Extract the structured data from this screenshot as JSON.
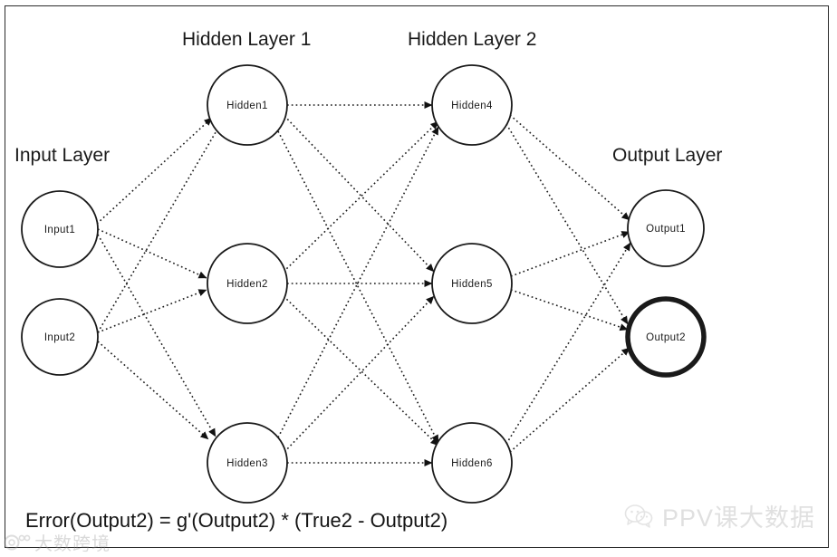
{
  "diagram": {
    "title_input_layer": "Input Layer",
    "title_hidden_layer_1": "Hidden Layer 1",
    "title_hidden_layer_2": "Hidden Layer 2",
    "title_output_layer": "Output Layer",
    "formula": "Error(Output2) = g'(Output2) * (True2 - Output2)",
    "nodes": {
      "input1": "Input1",
      "input2": "Input2",
      "hidden1": "Hidden1",
      "hidden2": "Hidden2",
      "hidden3": "Hidden3",
      "hidden4": "Hidden4",
      "hidden5": "Hidden5",
      "hidden6": "Hidden6",
      "output1": "Output1",
      "output2": "Output2"
    },
    "colors": {
      "stroke": "#1a1a1a",
      "node_fill": "#ffffff",
      "highlight_stroke": "#1a1a1a",
      "frame": "#2b2b2b",
      "text": "#141414",
      "watermark": "#9a9a9a"
    },
    "edge_style": "dotted",
    "highlighted_node": "Output2",
    "edges": [
      {
        "from": "input1",
        "to": "hidden1"
      },
      {
        "from": "input1",
        "to": "hidden2"
      },
      {
        "from": "input1",
        "to": "hidden3"
      },
      {
        "from": "input2",
        "to": "hidden1"
      },
      {
        "from": "input2",
        "to": "hidden2"
      },
      {
        "from": "input2",
        "to": "hidden3"
      },
      {
        "from": "hidden1",
        "to": "hidden4"
      },
      {
        "from": "hidden1",
        "to": "hidden5"
      },
      {
        "from": "hidden1",
        "to": "hidden6"
      },
      {
        "from": "hidden2",
        "to": "hidden4"
      },
      {
        "from": "hidden2",
        "to": "hidden5"
      },
      {
        "from": "hidden2",
        "to": "hidden6"
      },
      {
        "from": "hidden3",
        "to": "hidden4"
      },
      {
        "from": "hidden3",
        "to": "hidden5"
      },
      {
        "from": "hidden3",
        "to": "hidden6"
      },
      {
        "from": "hidden4",
        "to": "output1"
      },
      {
        "from": "hidden4",
        "to": "output2"
      },
      {
        "from": "hidden5",
        "to": "output1"
      },
      {
        "from": "hidden5",
        "to": "output2"
      },
      {
        "from": "hidden6",
        "to": "output1"
      },
      {
        "from": "hidden6",
        "to": "output2"
      }
    ]
  },
  "watermarks": {
    "bottom_right": "PPV课大数据",
    "bottom_left": "大数跨境"
  }
}
